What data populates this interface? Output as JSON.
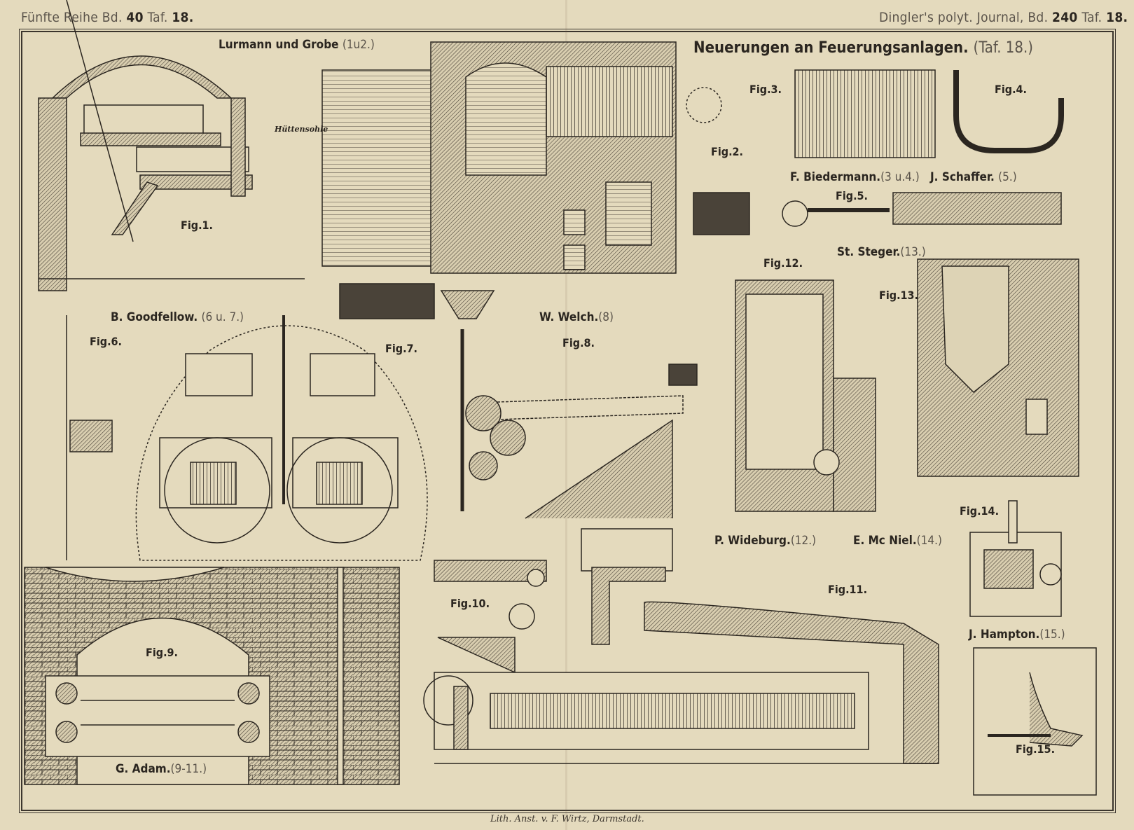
{
  "header": {
    "left": {
      "series": "Fünfte Reihe Bd.",
      "volume": "40",
      "plate_prefix": "Taf.",
      "plate": "18."
    },
    "right": {
      "journal": "Dingler's polyt. Journal, Bd.",
      "volume": "240",
      "plate_prefix": "Taf.",
      "plate": "18."
    }
  },
  "title": {
    "main": "Neuerungen an Feuerungsanlagen.",
    "ref": "(Taf. 18.)"
  },
  "authors": [
    {
      "name": "Lurmann und Grobe",
      "figs": "(1u2.)"
    },
    {
      "name": "F. Biedermann.",
      "figs": "(3 u.4.)"
    },
    {
      "name": "J. Schaffer.",
      "figs": "(5.)"
    },
    {
      "name": "St. Steger.",
      "figs": "(13.)"
    },
    {
      "name": "B. Goodfellow.",
      "figs": "(6 u. 7.)"
    },
    {
      "name": "W. Welch.",
      "figs": "(8)"
    },
    {
      "name": "P. Wideburg.",
      "figs": "(12.)"
    },
    {
      "name": "E. Mc Niel.",
      "figs": "(14.)"
    },
    {
      "name": "J. Hampton.",
      "figs": "(15.)"
    },
    {
      "name": "G. Adam.",
      "figs": "(9-11.)"
    }
  ],
  "figures": [
    "Fig.1.",
    "Fig.2.",
    "Fig.3.",
    "Fig.4.",
    "Fig.5.",
    "Fig.6.",
    "Fig.7.",
    "Fig.8.",
    "Fig.9.",
    "Fig.10.",
    "Fig.11.",
    "Fig.12.",
    "Fig.13.",
    "Fig.14.",
    "Fig.15."
  ],
  "annotations": {
    "huettensohle": "Hüttensohle"
  },
  "footer": "Lith. Anst. v. F. Wirtz, Darmstadt."
}
